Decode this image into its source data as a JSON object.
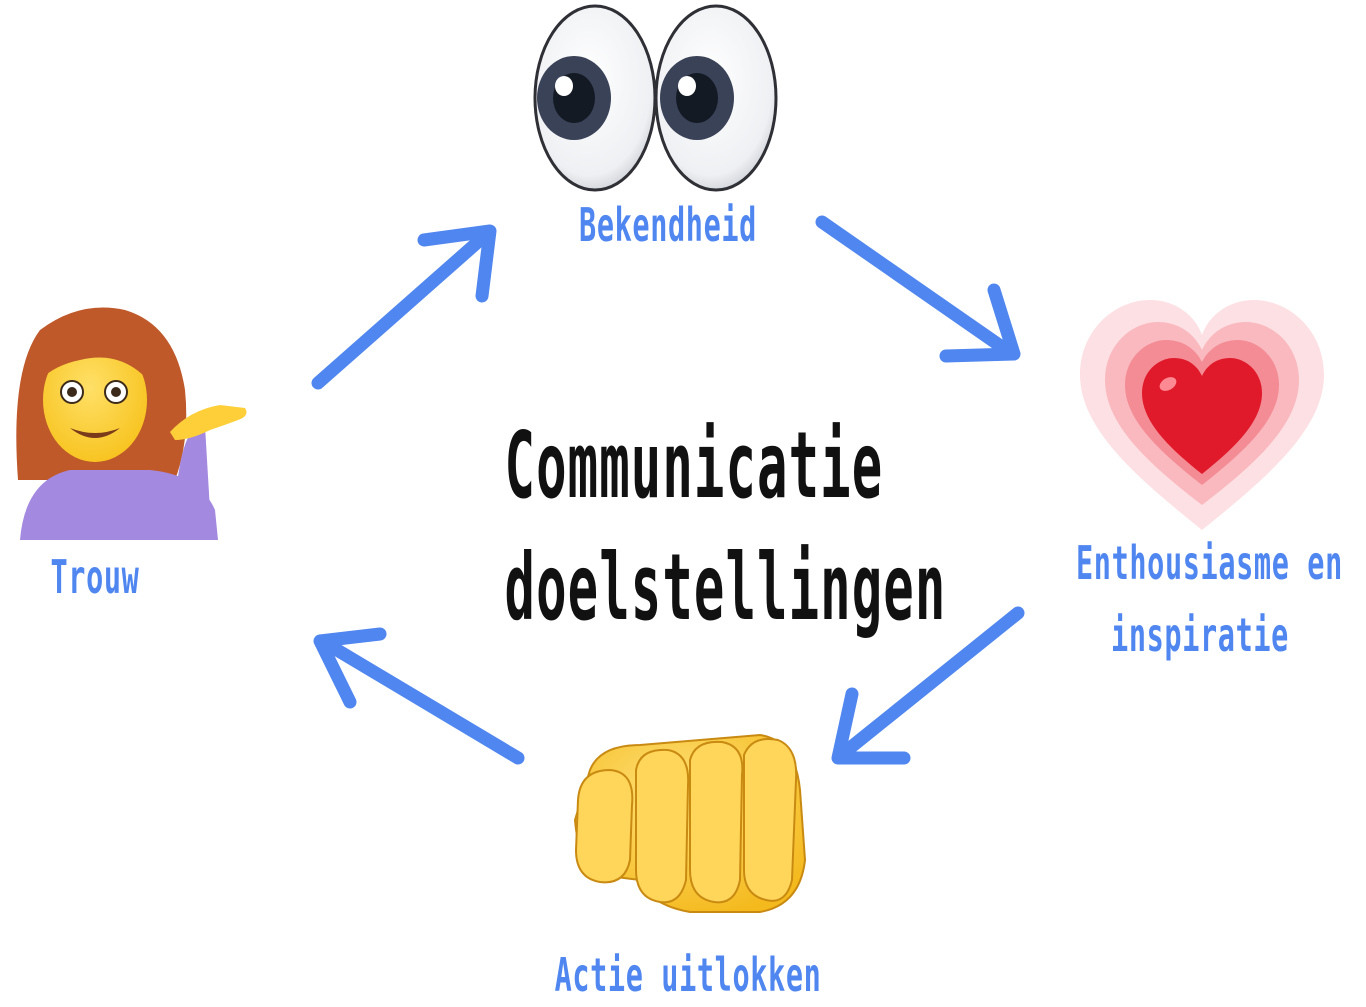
{
  "title_lines": [
    "Communicatie",
    "doelstellingen"
  ],
  "nodes": {
    "top": {
      "label": "Bekendheid",
      "icon": "eyes-icon"
    },
    "right": {
      "label_line1": "Enthousiasme en",
      "label_line2": "inspiratie",
      "icon": "growing-heart-icon"
    },
    "bottom": {
      "label": "Actie uitlokken",
      "icon": "fist-icon"
    },
    "left": {
      "label": "Trouw",
      "icon": "woman-tipping-hand-icon"
    }
  },
  "colors": {
    "arrow": "#4f86f0",
    "label": "#4f86f0",
    "title": "#111111"
  }
}
